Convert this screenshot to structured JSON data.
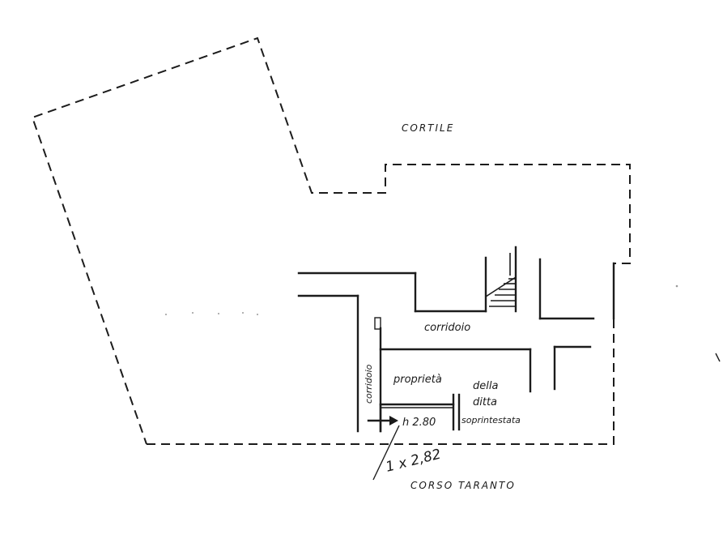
{
  "labels": {
    "courtyard": "CORTILE",
    "corridor_horizontal": "corridoio",
    "corridor_vertical": "corridoio",
    "ownership_line1": "proprietà",
    "ownership_line2": "della",
    "ownership_line3": "ditta",
    "ownership_line4": "soprintestata",
    "height_note": "h 2.80",
    "entrance_note": "1 x 2,82",
    "street": "CORSO TARANTO"
  }
}
